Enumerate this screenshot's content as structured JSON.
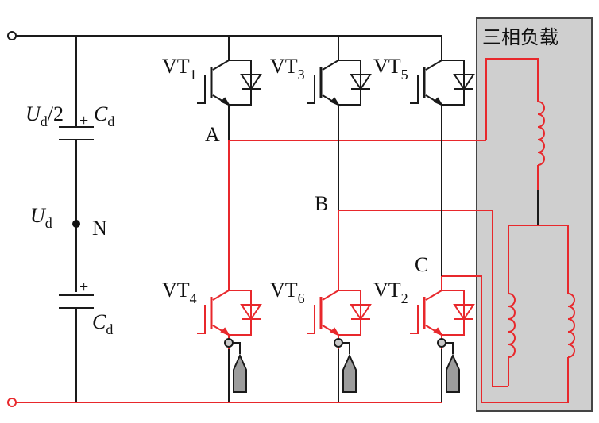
{
  "load_box": {
    "title": "三相负载"
  },
  "capacitors": {
    "upper": {
      "voltage_main": "U",
      "voltage_sub": "d",
      "voltage_suffix": "/2",
      "plus": "+",
      "name_main": "C",
      "name_sub": "d"
    },
    "lower": {
      "plus": "+",
      "name_main": "C",
      "name_sub": "d"
    }
  },
  "dc_voltage": {
    "main": "U",
    "sub": "d"
  },
  "neutral": {
    "label": "N"
  },
  "switches": [
    {
      "main": "VT",
      "sub": "1"
    },
    {
      "main": "VT",
      "sub": "3"
    },
    {
      "main": "VT",
      "sub": "5"
    },
    {
      "main": "VT",
      "sub": "4"
    },
    {
      "main": "VT",
      "sub": "6"
    },
    {
      "main": "VT",
      "sub": "2"
    }
  ],
  "nodes": {
    "a": "A",
    "b": "B",
    "c": "C"
  },
  "colors": {
    "wire": "#1a1a1a",
    "active_path": "#e8282c",
    "load_fill": "#cfcfcf",
    "gate_fill": "#9c9c9c"
  }
}
